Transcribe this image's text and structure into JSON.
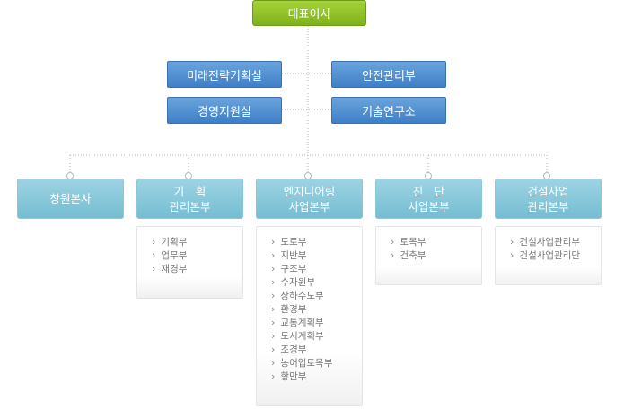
{
  "ceo": {
    "label": "대표이사"
  },
  "staff": {
    "strategy": "미래전략기획실",
    "safety": "안전관리부",
    "management": "경영지원실",
    "research": "기술연구소"
  },
  "divisions": [
    {
      "line1": "창원본사",
      "line2": "",
      "departments": []
    },
    {
      "line1": "기　획",
      "line2": "관리본부",
      "departments": [
        "기획부",
        "업무부",
        "재경부"
      ]
    },
    {
      "line1": "엔지니어링",
      "line2": "사업본부",
      "departments": [
        "도로부",
        "지반부",
        "구조부",
        "수자원부",
        "상하수도부",
        "환경부",
        "교통계획부",
        "도시계획부",
        "조경부",
        "농어업토목부",
        "항만부"
      ]
    },
    {
      "line1": "진　단",
      "line2": "사업본부",
      "departments": [
        "토목부",
        "건축부"
      ]
    },
    {
      "line1": "건설사업",
      "line2": "관리본부",
      "departments": [
        "건설사업관리부",
        "건설사업관리단"
      ]
    }
  ],
  "colors": {
    "ceo": "#8cc21f",
    "staff": "#4a8bd0",
    "division": "#85c6d9",
    "connector": "#b5b5b5"
  }
}
